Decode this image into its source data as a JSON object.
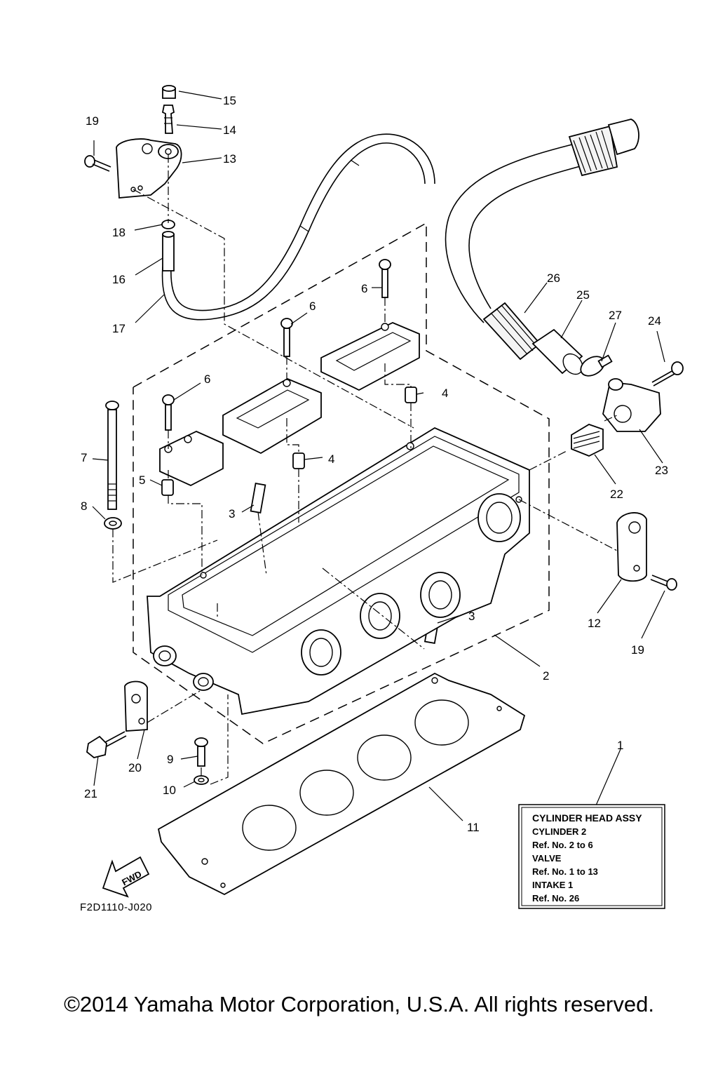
{
  "drawing_code": "F2D1110-J020",
  "copyright": "©2014 Yamaha Motor Corporation, U.S.A. All rights reserved.",
  "fwd_label": "FWD",
  "callouts": {
    "c1": "1",
    "c2": "2",
    "c3a": "3",
    "c3b": "3",
    "c4a": "4",
    "c4b": "4",
    "c5": "5",
    "c6a": "6",
    "c6b": "6",
    "c6c": "6",
    "c7": "7",
    "c8": "8",
    "c9": "9",
    "c10": "10",
    "c11": "11",
    "c12": "12",
    "c13": "13",
    "c14": "14",
    "c15": "15",
    "c16": "16",
    "c17": "17",
    "c18": "18",
    "c19a": "19",
    "c19b": "19",
    "c20": "20",
    "c21": "21",
    "c22": "22",
    "c23": "23",
    "c24": "24",
    "c25": "25",
    "c26": "26",
    "c27": "27"
  },
  "assy_box": {
    "title": "CYLINDER HEAD ASSY",
    "lines": [
      "CYLINDER 2",
      "Ref. No. 2 to 6",
      "VALVE",
      "Ref. No. 1 to 13",
      "INTAKE 1",
      "Ref. No. 26"
    ]
  }
}
